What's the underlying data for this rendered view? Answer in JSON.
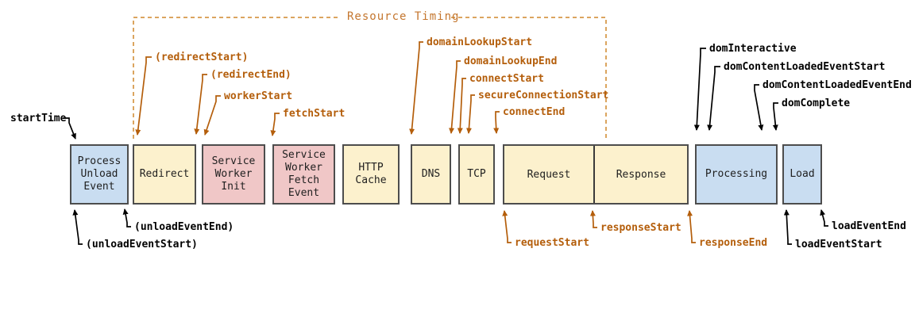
{
  "title": "Resource Timing",
  "colors": {
    "label_orange": "#b45e0b",
    "title_orange": "#c4762e",
    "dash_orange": "#dba55f",
    "label_black": "#000000",
    "box_border": "#4d4d4d",
    "fill_blue": "#c9ddf1",
    "fill_yellow": "#fcf1cd",
    "fill_pink": "#f0c7c7"
  },
  "boxes": [
    {
      "label": "Process Unload Event",
      "fill": "blue"
    },
    {
      "label": "Redirect",
      "fill": "yellow"
    },
    {
      "label": "Service Worker Init",
      "fill": "pink"
    },
    {
      "label": "Service Worker Fetch Event",
      "fill": "pink"
    },
    {
      "label": "HTTP Cache",
      "fill": "yellow"
    },
    {
      "label": "DNS",
      "fill": "yellow"
    },
    {
      "label": "TCP",
      "fill": "yellow"
    },
    {
      "label": "Request",
      "fill": "yellow"
    },
    {
      "label": "Response",
      "fill": "yellow"
    },
    {
      "label": "Processing",
      "fill": "blue"
    },
    {
      "label": "Load",
      "fill": "blue"
    }
  ],
  "events": {
    "startTime": "startTime",
    "redirectStart": "(redirectStart)",
    "redirectEnd": "(redirectEnd)",
    "workerStart": "workerStart",
    "fetchStart": "fetchStart",
    "domainLookupStart": "domainLookupStart",
    "domainLookupEnd": "domainLookupEnd",
    "connectStart": "connectStart",
    "secureConnectionStart": "secureConnectionStart",
    "connectEnd": "connectEnd",
    "domInteractive": "domInteractive",
    "domContentLoadedEventStart": "domContentLoadedEventStart",
    "domContentLoadedEventEnd": "domContentLoadedEventEnd",
    "domComplete": "domComplete",
    "unloadEventStart": "(unloadEventStart)",
    "unloadEventEnd": "(unloadEventEnd)",
    "requestStart": "requestStart",
    "responseStart": "responseStart",
    "responseEnd": "responseEnd",
    "loadEventStart": "loadEventStart",
    "loadEventEnd": "loadEventEnd"
  }
}
